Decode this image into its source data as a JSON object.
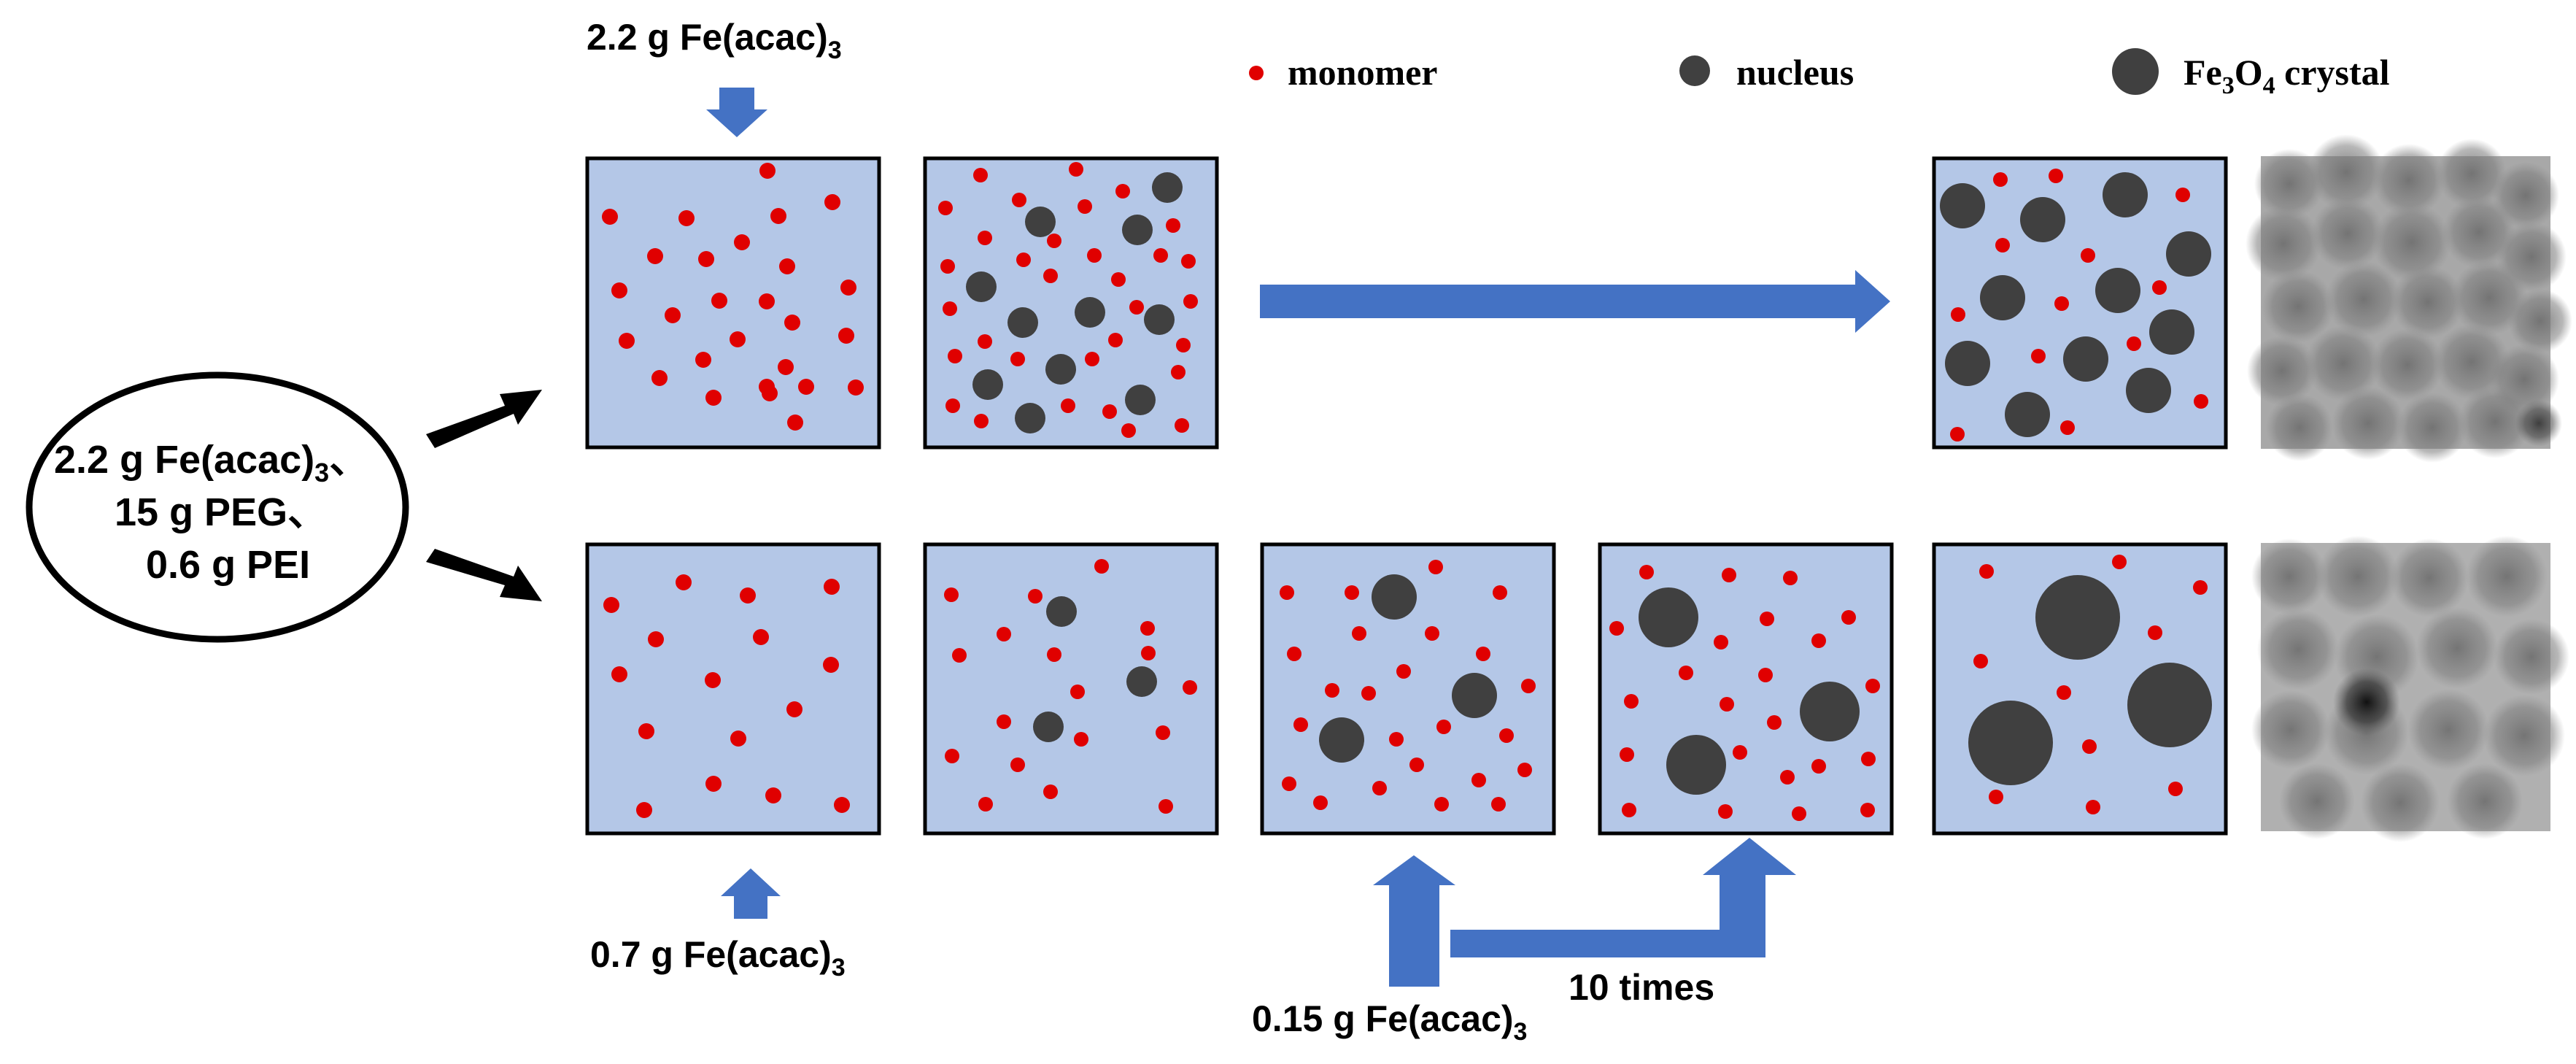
{
  "colors": {
    "box_fill": "#b4c7e7",
    "monomer": "#e00000",
    "nucleus": "#404040",
    "process_arrow": "#4472c4",
    "input_arrow": "#000000"
  },
  "legend": {
    "monomer": "monomer",
    "nucleus": "nucleus",
    "crystal_prefix": "Fe",
    "crystal_sub1": "3",
    "crystal_mid": "O",
    "crystal_sub2": "4",
    "crystal_suffix": " crystal"
  },
  "reactants": {
    "line1_main": "2.2 g Fe(acac)",
    "line1_sub": "3",
    "line1_tail": "、",
    "line2": "15 g PEG、",
    "line3": "0.6 g PEI"
  },
  "top_row": {
    "addition_main": "2.2 g Fe(acac)",
    "addition_sub": "3"
  },
  "bottom_row": {
    "addition_main": "0.7 g Fe(acac)",
    "addition_sub": "3",
    "repeat_main": "0.15 g Fe(acac)",
    "repeat_sub": "3",
    "repeat_count": "10 times"
  },
  "icons": {
    "tem_top": "tem-micrograph-image",
    "tem_bottom": "tem-micrograph-image",
    "arrows": "arrow-icon"
  }
}
